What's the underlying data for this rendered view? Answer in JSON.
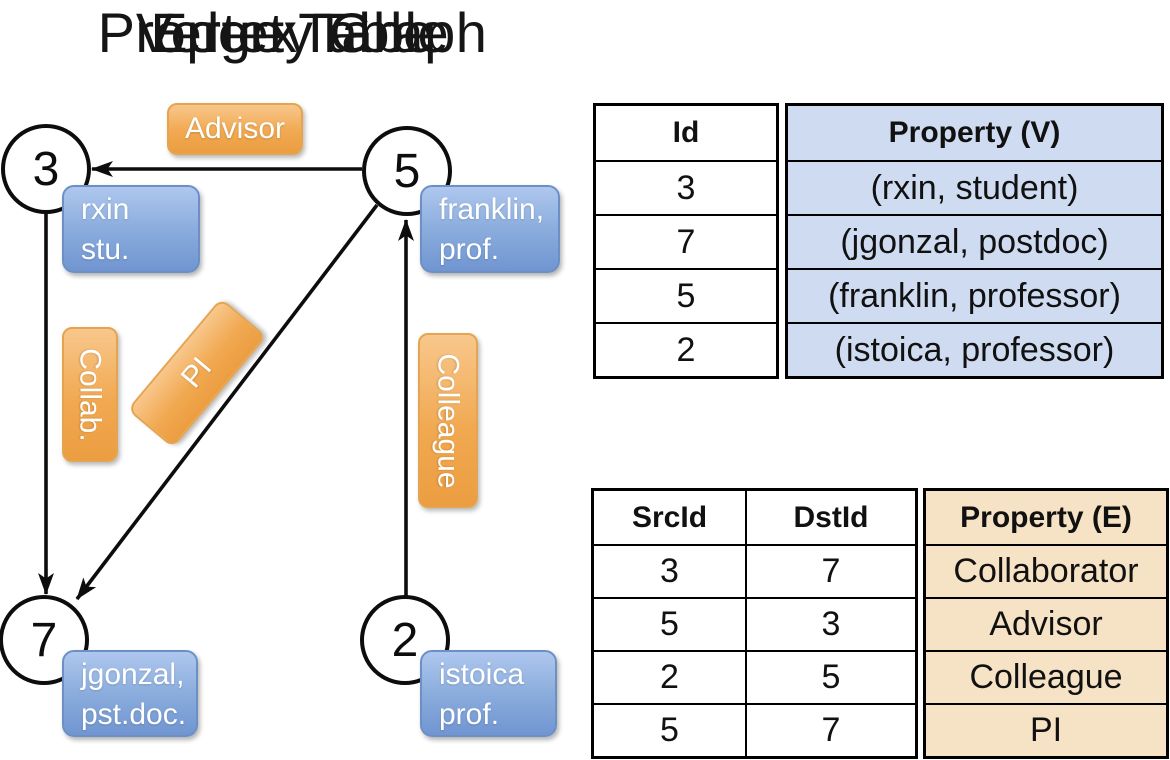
{
  "titles": {
    "property_graph": "Property Graph",
    "vertex_table": "Vertex Table",
    "edge_table": "Edge Table"
  },
  "graph": {
    "vertices": [
      {
        "id": "3",
        "lines": [
          "rxin",
          "stu."
        ]
      },
      {
        "id": "5",
        "lines": [
          "franklin,",
          "prof."
        ]
      },
      {
        "id": "7",
        "lines": [
          "jgonzal,",
          "pst.doc."
        ]
      },
      {
        "id": "2",
        "lines": [
          "istoica",
          "prof."
        ]
      }
    ],
    "edge_labels": {
      "advisor": "Advisor",
      "collab": "Collab.",
      "pi": "PI",
      "colleague": "Colleague"
    }
  },
  "vertex_table": {
    "columns": [
      "Id",
      "Property (V)"
    ],
    "rows": [
      [
        "3",
        "(rxin, student)"
      ],
      [
        "7",
        "(jgonzal, postdoc)"
      ],
      [
        "5",
        "(franklin, professor)"
      ],
      [
        "2",
        "(istoica, professor)"
      ]
    ]
  },
  "edge_table": {
    "columns": [
      "SrcId",
      "DstId",
      "Property (E)"
    ],
    "rows": [
      [
        "3",
        "7",
        "Collaborator"
      ],
      [
        "5",
        "3",
        "Advisor"
      ],
      [
        "2",
        "5",
        "Colleague"
      ],
      [
        "5",
        "7",
        "PI"
      ]
    ]
  },
  "colors": {
    "edge_label_orange": "#f1a951",
    "vertex_label_blue": "#8baddd",
    "vertex_table_fill": "#cfdbf0",
    "edge_table_fill": "#f6e2c5",
    "line_black": "#0d0d0d",
    "background": "#ffffff"
  }
}
